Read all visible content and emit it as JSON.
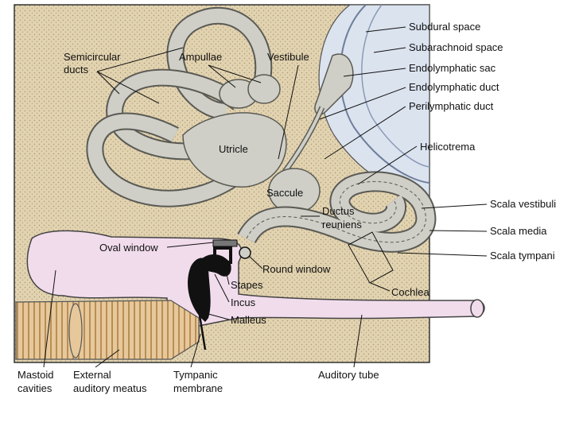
{
  "labels": {
    "subdural_space": "Subdural space",
    "subarachnoid_space": "Subarachnoid space",
    "endolymphatic_sac": "Endolymphatic sac",
    "endolymphatic_duct": "Endolymphatic duct",
    "perilymphatic_duct": "Perilymphatic duct",
    "helicotrema": "Helicotrema",
    "scala_vestibuli": "Scala vestibuli",
    "scala_media": "Scala media",
    "scala_tympani": "Scala tympani",
    "semicircular_ducts_1": "Semicircular",
    "semicircular_ducts_2": "ducts",
    "ampullae": "Ampullae",
    "vestibule": "Vestibule",
    "utricle": "Utricle",
    "saccule": "Saccule",
    "ductus_reuniens_1": "Ductus",
    "ductus_reuniens_2": "reuniens",
    "oval_window": "Oval window",
    "round_window": "Round window",
    "stapes": "Stapes",
    "incus": "Incus",
    "malleus": "Malleus",
    "cochlea": "Cochlea",
    "mastoid_cavities_1": "Mastoid",
    "mastoid_cavities_2": "cavities",
    "external_auditory_meatus_1": "External",
    "external_auditory_meatus_2": "auditory meatus",
    "tympanic_membrane_1": "Tympanic",
    "tympanic_membrane_2": "membrane",
    "auditory_tube": "Auditory tube"
  },
  "colors": {
    "bone": "#e2d3b0",
    "bone_stipple": "#a89472",
    "labyrinth": "#cfcfc8",
    "labyrinth_edge": "#5a5a55",
    "middle_ear": "#f1dcec",
    "meninges": "#dbe3ef",
    "ossicles": "#111111",
    "meatus": "#e6c89b"
  }
}
